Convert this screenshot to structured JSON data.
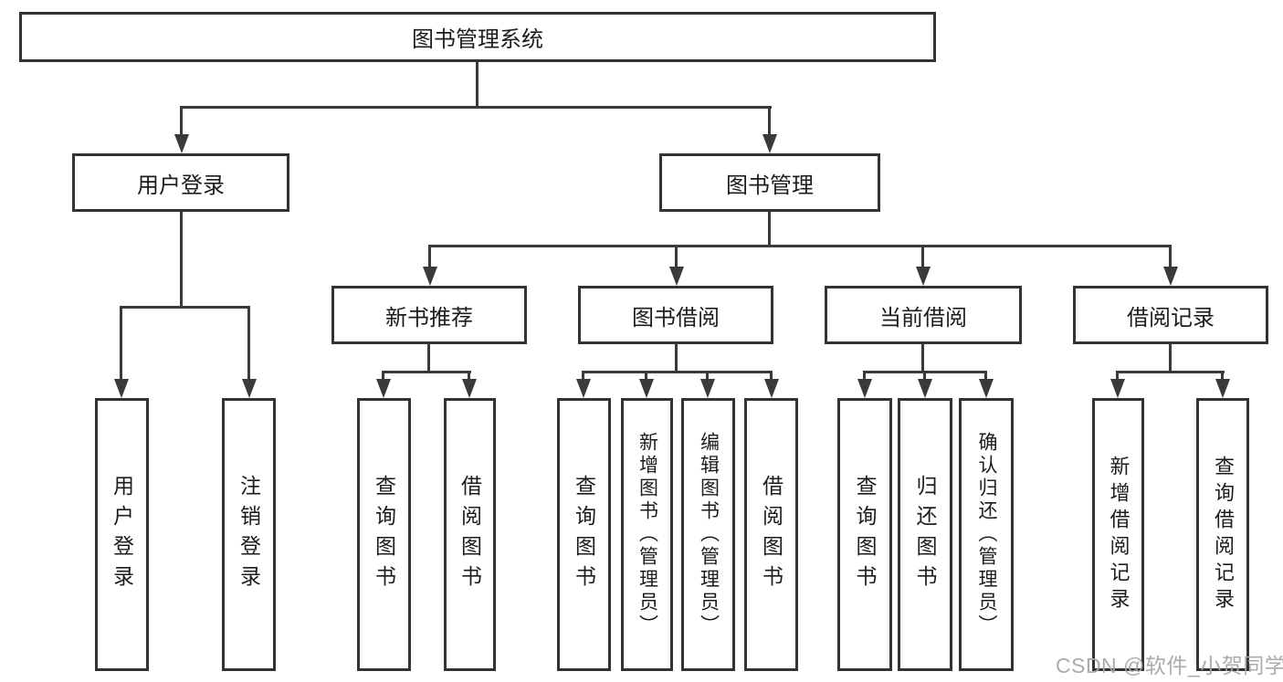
{
  "tree": {
    "label": "图书管理系统",
    "children": [
      {
        "label": "用户登录",
        "children": [
          {
            "label": "用户登录"
          },
          {
            "label": "注销登录"
          }
        ]
      },
      {
        "label": "图书管理",
        "children": [
          {
            "label": "新书推荐",
            "children": [
              {
                "label": "查询图书"
              },
              {
                "label": "借阅图书"
              }
            ]
          },
          {
            "label": "图书借阅",
            "children": [
              {
                "label": "查询图书"
              },
              {
                "label": "新增图书（管理员）"
              },
              {
                "label": "编辑图书（管理员）"
              },
              {
                "label": "借阅图书"
              }
            ]
          },
          {
            "label": "当前借阅",
            "children": [
              {
                "label": "查询图书"
              },
              {
                "label": "归还图书"
              },
              {
                "label": "确认归还（管理员）"
              }
            ]
          },
          {
            "label": "借阅记录",
            "children": [
              {
                "label": "新增借阅记录"
              },
              {
                "label": "查询借阅记录"
              }
            ]
          }
        ]
      }
    ]
  },
  "watermark": "CSDN @软件_小贺同学",
  "colors": {
    "background": "#ffffff",
    "box_border": "#333333",
    "connector_line": "#3a3a3a",
    "text": "#1c1c1c",
    "watermark_text": "#a4a7aa"
  }
}
